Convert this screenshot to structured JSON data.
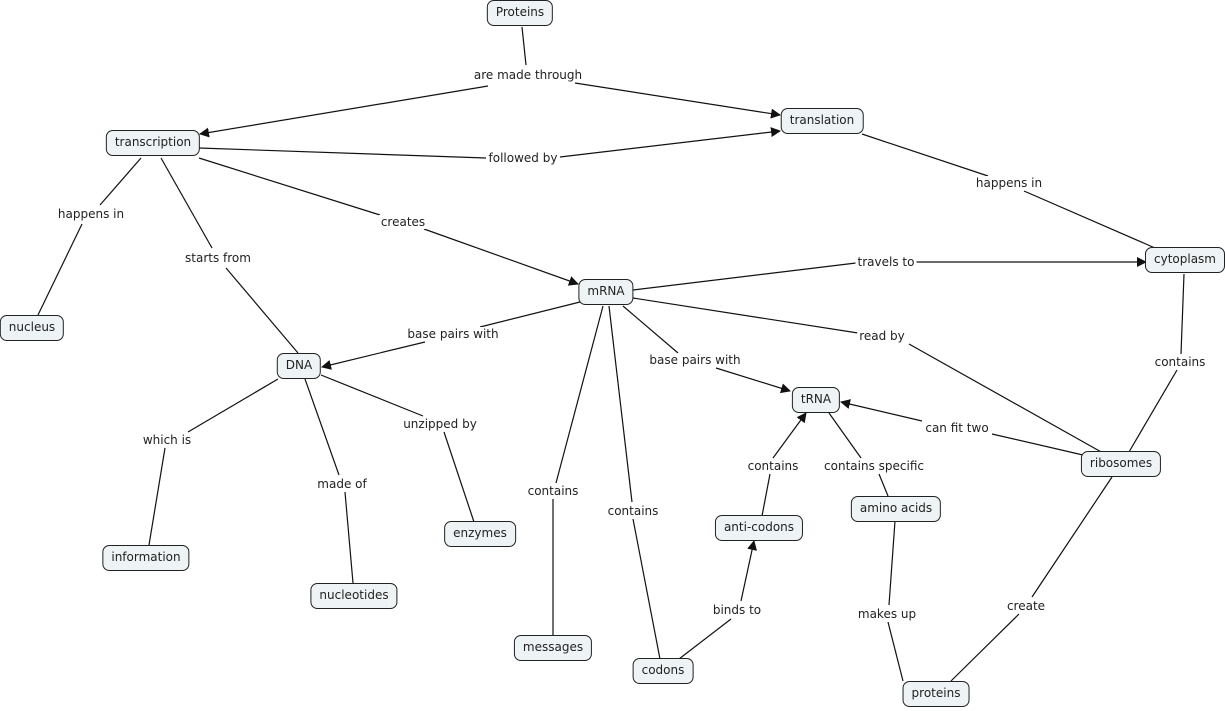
{
  "title": "Protein synthesis concept map",
  "colors": {
    "node_fill": "#eef3f5",
    "node_border": "#222222",
    "line": "#111111",
    "text": "#222222"
  },
  "nodes": [
    {
      "id": "proteins_top",
      "label": "Proteins"
    },
    {
      "id": "transcription",
      "label": "transcription"
    },
    {
      "id": "translation",
      "label": "translation"
    },
    {
      "id": "nucleus",
      "label": "nucleus"
    },
    {
      "id": "cytoplasm",
      "label": "cytoplasm"
    },
    {
      "id": "mrna",
      "label": "mRNA"
    },
    {
      "id": "dna",
      "label": "DNA"
    },
    {
      "id": "trna",
      "label": "tRNA"
    },
    {
      "id": "ribosomes",
      "label": "ribosomes"
    },
    {
      "id": "information",
      "label": "information"
    },
    {
      "id": "nucleotides",
      "label": "nucleotides"
    },
    {
      "id": "enzymes",
      "label": "enzymes"
    },
    {
      "id": "messages",
      "label": "messages"
    },
    {
      "id": "codons",
      "label": "codons"
    },
    {
      "id": "anticodons",
      "label": "anti-codons"
    },
    {
      "id": "aminoacids",
      "label": "amino acids"
    },
    {
      "id": "proteins_bottom",
      "label": "proteins"
    }
  ],
  "links": [
    {
      "id": "are_made_through",
      "label": "are made through",
      "from": "proteins_top",
      "to": [
        "transcription",
        "translation"
      ],
      "arrow": true
    },
    {
      "id": "followed_by",
      "label": "followed by",
      "from": "transcription",
      "to": [
        "translation"
      ],
      "arrow": true
    },
    {
      "id": "happens_in_1",
      "label": "happens in",
      "from": "transcription",
      "to": [
        "nucleus"
      ],
      "arrow": false
    },
    {
      "id": "starts_from",
      "label": "starts from",
      "from": "transcription",
      "to": [
        "dna"
      ],
      "arrow": false
    },
    {
      "id": "creates",
      "label": "creates",
      "from": "transcription",
      "to": [
        "mrna"
      ],
      "arrow": true
    },
    {
      "id": "happens_in_2",
      "label": "happens in",
      "from": "translation",
      "to": [
        "cytoplasm"
      ],
      "arrow": false
    },
    {
      "id": "travels_to",
      "label": "travels to",
      "from": "mrna",
      "to": [
        "cytoplasm"
      ],
      "arrow": true
    },
    {
      "id": "base_pairs_with_1",
      "label": "base pairs with",
      "from": "mrna",
      "to": [
        "dna"
      ],
      "arrow": true
    },
    {
      "id": "base_pairs_with_2",
      "label": "base pairs with",
      "from": "mrna",
      "to": [
        "trna"
      ],
      "arrow": true
    },
    {
      "id": "read_by",
      "label": "read by",
      "from": "mrna",
      "to": [
        "ribosomes"
      ],
      "arrow": false
    },
    {
      "id": "contains_messages",
      "label": "contains",
      "from": "mrna",
      "to": [
        "messages"
      ],
      "arrow": false
    },
    {
      "id": "contains_codons",
      "label": "contains",
      "from": "mrna",
      "to": [
        "codons"
      ],
      "arrow": false
    },
    {
      "id": "contains_ribosomes",
      "label": "contains",
      "from": "cytoplasm",
      "to": [
        "ribosomes"
      ],
      "arrow": false
    },
    {
      "id": "which_is",
      "label": "which is",
      "from": "dna",
      "to": [
        "information"
      ],
      "arrow": false
    },
    {
      "id": "made_of",
      "label": "made of",
      "from": "dna",
      "to": [
        "nucleotides"
      ],
      "arrow": false
    },
    {
      "id": "unzipped_by",
      "label": "unzipped by",
      "from": "dna",
      "to": [
        "enzymes"
      ],
      "arrow": false
    },
    {
      "id": "can_fit_two",
      "label": "can fit two",
      "from": "ribosomes",
      "to": [
        "trna"
      ],
      "arrow": true
    },
    {
      "id": "contains_anticodons",
      "label": "contains",
      "from": "anticodons",
      "to": [
        "trna"
      ],
      "arrow": true
    },
    {
      "id": "contains_specific",
      "label": "contains specific",
      "from": "trna",
      "to": [
        "aminoacids"
      ],
      "arrow": false
    },
    {
      "id": "binds_to",
      "label": "binds to",
      "from": "codons",
      "to": [
        "anticodons"
      ],
      "arrow": true
    },
    {
      "id": "makes_up",
      "label": "makes up",
      "from": "aminoacids",
      "to": [
        "proteins_bottom"
      ],
      "arrow": false
    },
    {
      "id": "create",
      "label": "create",
      "from": "ribosomes",
      "to": [
        "proteins_bottom"
      ],
      "arrow": false
    }
  ]
}
